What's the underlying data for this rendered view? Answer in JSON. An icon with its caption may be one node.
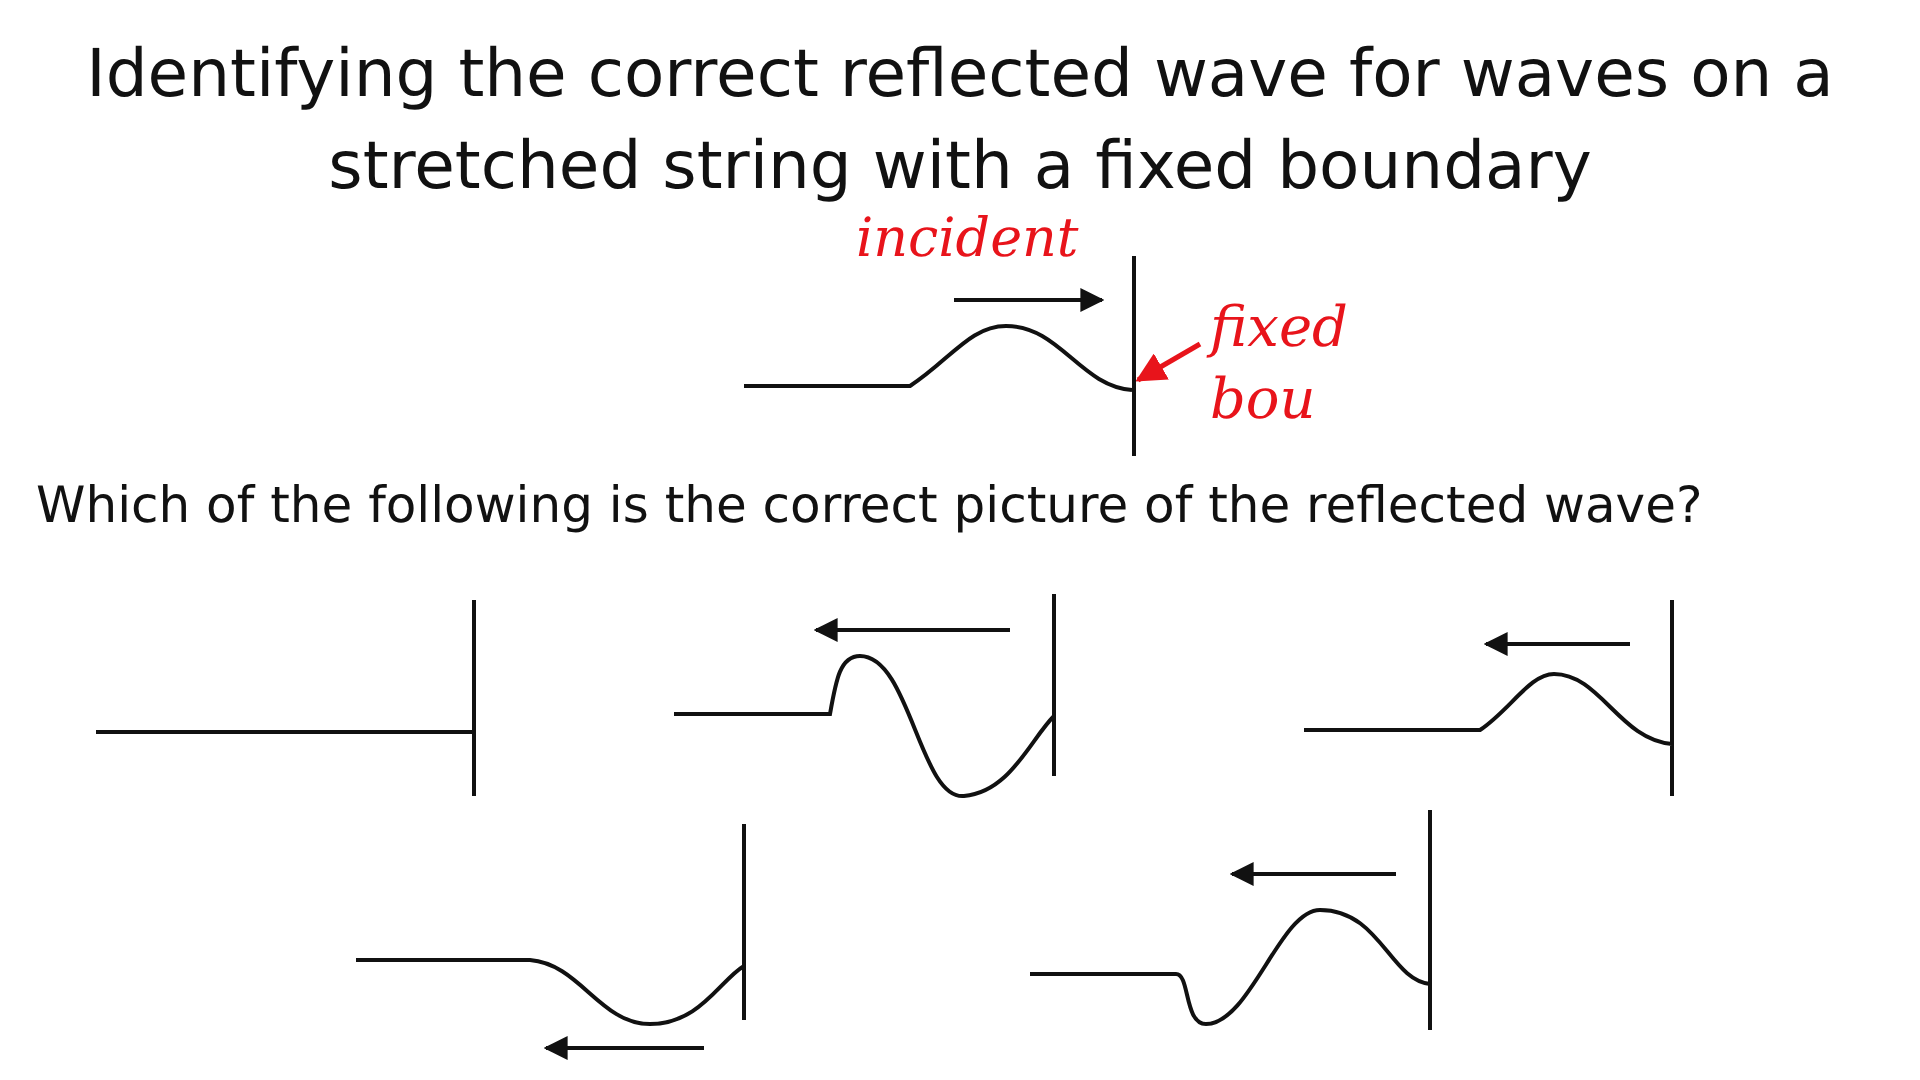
{
  "diagram": {
    "title": "Identifying the correct reflected wave for waves on a stretched string with a fixed boundary",
    "nodes": [
      {
        "text": [
          "fixed bou"
        ]
      },
      {
        "text": [],
        "shape": "bar"
      }
    ],
    "edges": [
      {
        "from": 0,
        "to": 1,
        "arrow": "to",
        "color": "#e8141b"
      }
    ],
    "labels": [
      "incident",
      "Which of the following is the correct picture of the reflected wave?"
    ]
  }
}
